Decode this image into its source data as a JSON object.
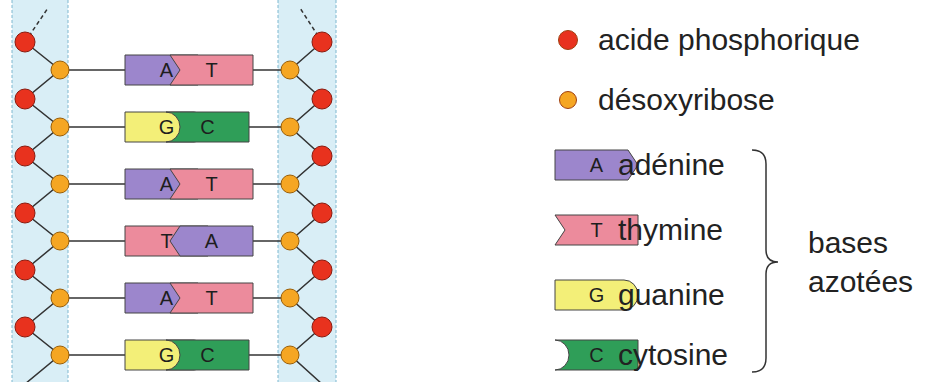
{
  "diagram": {
    "nodes": [
      {
        "text": [
          "A"
        ]
      },
      {
        "text": [
          "T"
        ]
      },
      {
        "text": [
          "G"
        ]
      },
      {
        "text": [
          "C"
        ]
      },
      {
        "text": [
          "A"
        ]
      },
      {
        "text": [
          "T"
        ]
      },
      {
        "text": [
          "T"
        ]
      },
      {
        "text": [
          "A"
        ]
      },
      {
        "text": [
          "A"
        ]
      },
      {
        "text": [
          "T"
        ]
      },
      {
        "text": [
          "G"
        ]
      },
      {
        "text": [
          "C"
        ]
      },
      {
        "text": [
          "A"
        ]
      },
      {
        "text": [
          "T"
        ]
      },
      {
        "text": [
          "G"
        ]
      },
      {
        "text": [
          "C"
        ]
      }
    ],
    "labels": [
      "bases azotées"
    ],
    "legend": [
      {
        "text": "acide phosphorique",
        "color": "#e8321e"
      },
      {
        "text": "désoxyribose",
        "color": "#f5a623"
      },
      {
        "text": "adénine"
      },
      {
        "text": "thymine"
      },
      {
        "text": "guanine"
      },
      {
        "text": "cytosine"
      }
    ]
  }
}
